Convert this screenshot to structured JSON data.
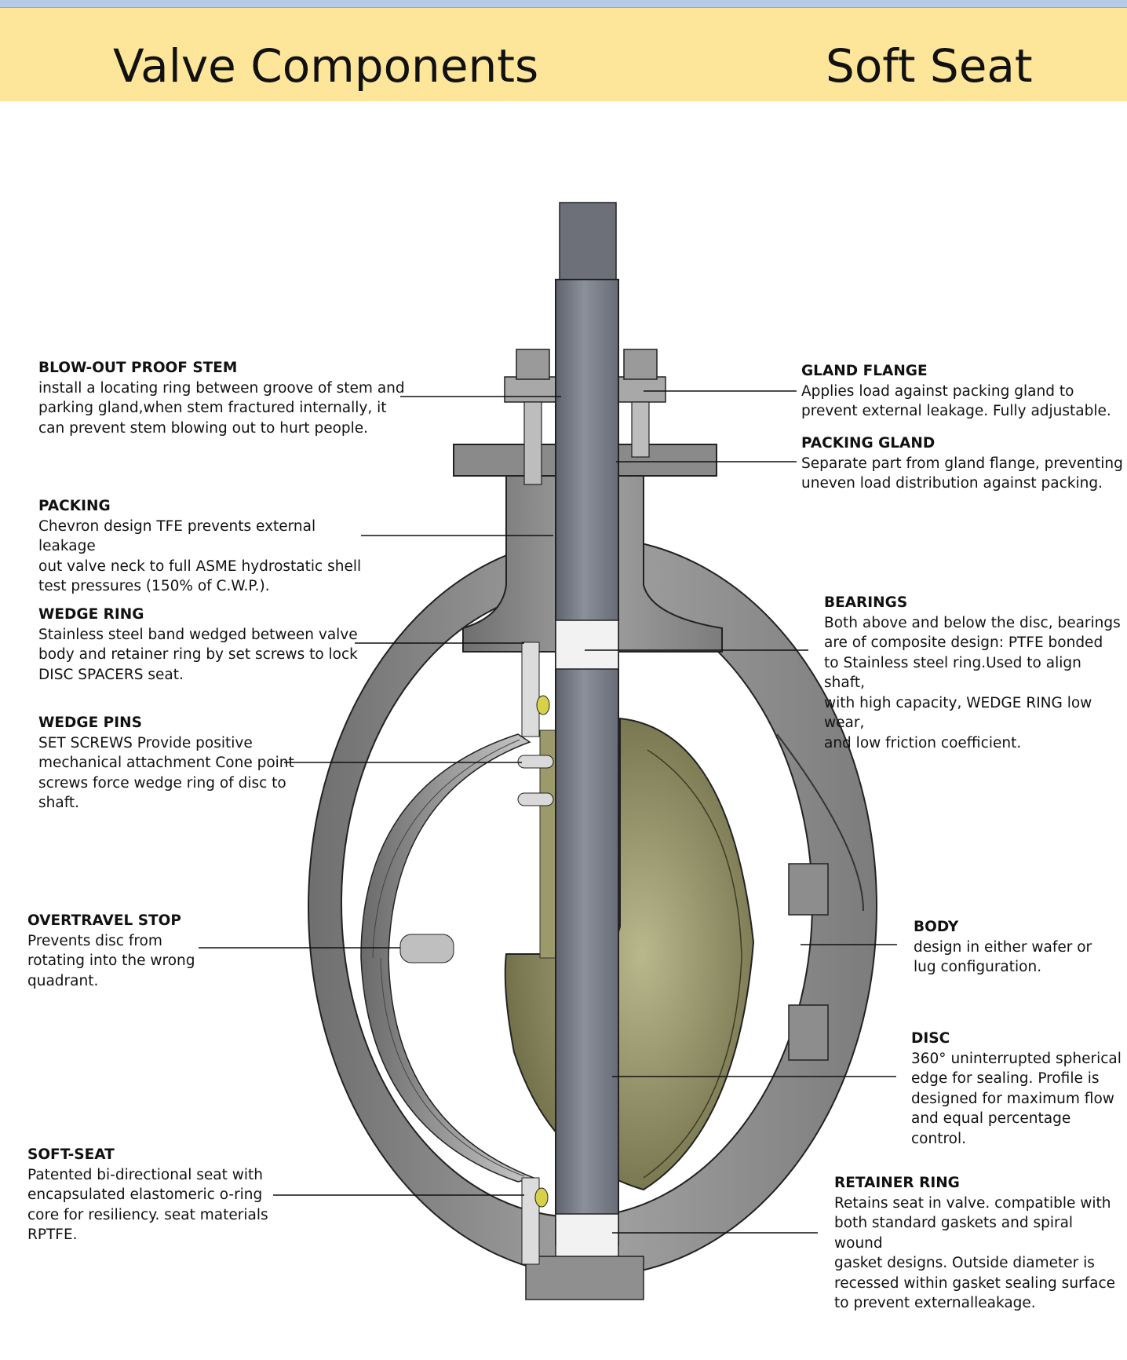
{
  "header": {
    "title_left": "Valve Components",
    "title_right": "Soft Seat"
  },
  "labels": {
    "blow_out_proof_stem": {
      "title": "BLOW-OUT PROOF STEM",
      "text": "install a locating ring between groove of stem and\nparking gland,when stem fractured internally, it\ncan prevent stem blowing out to hurt people."
    },
    "packing": {
      "title": "PACKING",
      "text": "Chevron design TFE prevents external leakage\nout valve neck to full ASME hydrostatic shell\ntest pressures (150% of C.W.P.)."
    },
    "wedge_ring": {
      "title": "WEDGE RING",
      "text": "Stainless steel band wedged between valve\nbody and retainer ring by set screws to lock\n DISC SPACERS seat."
    },
    "wedge_pins": {
      "title": "WEDGE PINS",
      "text": "SET SCREWS Provide positive\nmechanical attachment Cone point\nscrews force wedge ring of disc to\nshaft."
    },
    "overtravel_stop": {
      "title": "OVERTRAVEL STOP",
      "text": "Prevents disc from\nrotating into the wrong\nquadrant."
    },
    "soft_seat": {
      "title": "SOFT-SEAT",
      "text": "Patented bi-directional seat with\nencapsulated elastomeric o-ring\ncore for resiliency. seat materials\n RPTFE."
    },
    "gland_flange": {
      "title": "GLAND FLANGE",
      "text": "Applies load against packing gland to\nprevent external leakage. Fully adjustable."
    },
    "packing_gland": {
      "title": "PACKING GLAND",
      "text": "Separate part from gland flange, preventing\nuneven load distribution against packing."
    },
    "bearings": {
      "title": "BEARINGS",
      "text": "Both above and below the disc, bearings\nare of composite design: PTFE bonded\nto Stainless steel ring.Used to align shaft,\n with high capacity, WEDGE RING low wear,\nand low friction coefficient."
    },
    "body": {
      "title": "BODY",
      "text": "design in either wafer or\nlug configuration."
    },
    "disc": {
      "title": "DISC",
      "text": "360° uninterrupted spherical\nedge for sealing. Profile is\ndesigned for maximum flow\nand equal percentage control."
    },
    "retainer_ring": {
      "title": "RETAINER RING",
      "text": "Retains seat in valve.  compatible with\nboth standard gaskets and spiral wound\n gasket designs. Outside diameter is\n recessed within gasket sealing surface\nto prevent externalleakage."
    }
  },
  "colors": {
    "banner": "#fde59a",
    "body_metal": "#9a9a9a",
    "stem": "#7f838d",
    "disc": "#a9a678",
    "bearing": "#f2f2f2"
  }
}
